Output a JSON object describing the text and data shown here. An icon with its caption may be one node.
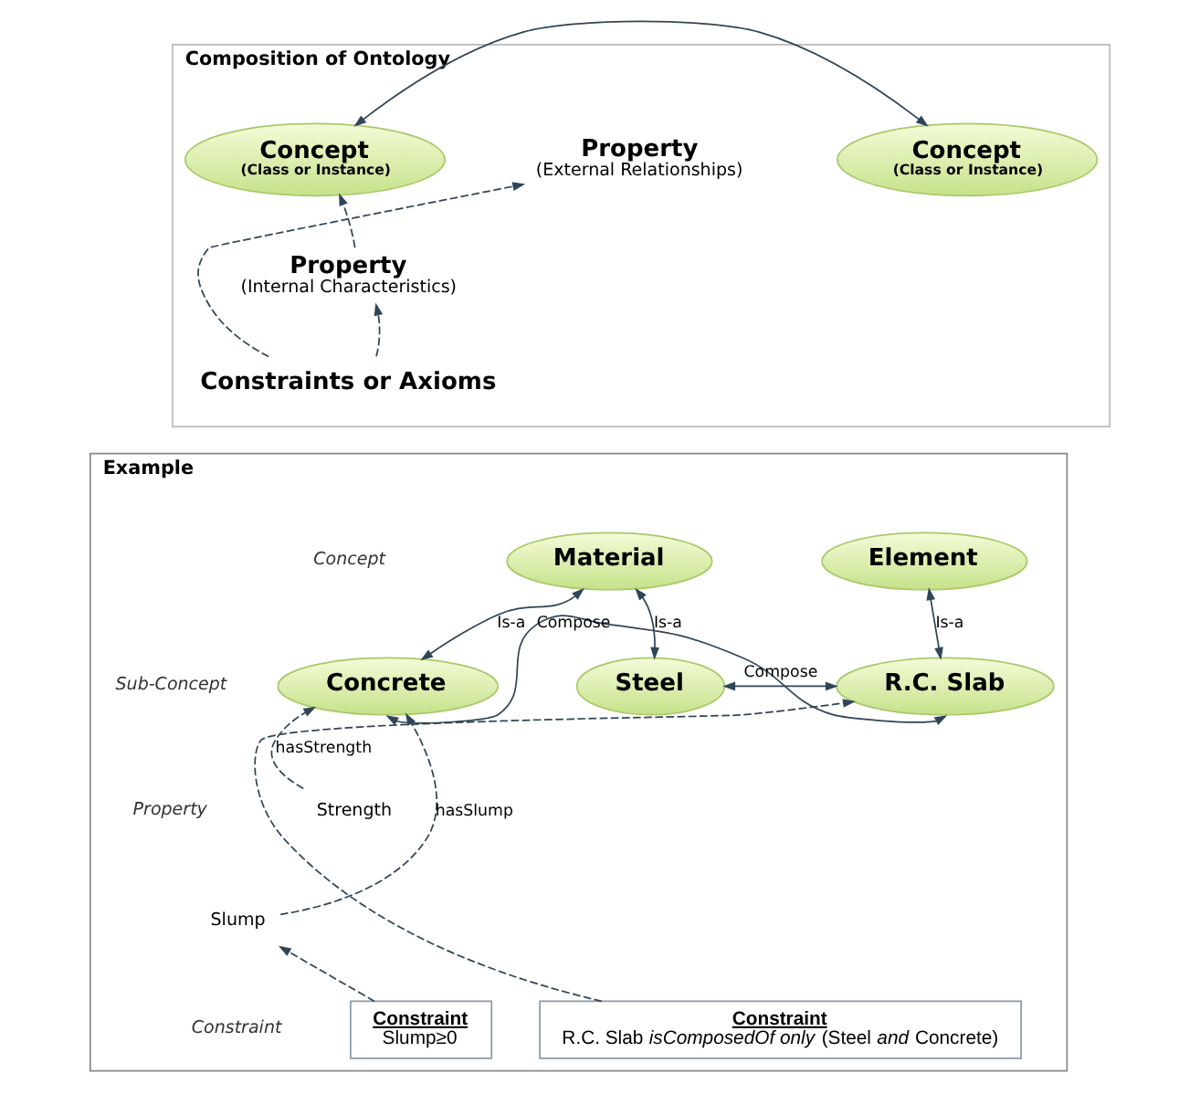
{
  "diagram": {
    "nodes": [
      {
        "text": [
          "Composition of Ontology"
        ]
      },
      {
        "text": [
          "Concept",
          "(Class or Instance)"
        ],
        "in": 0
      },
      {
        "text": [
          "Property",
          "(External Relationships)"
        ],
        "in": 0
      },
      {
        "text": [
          "Concept",
          "(Class or Instance)"
        ],
        "in": 0
      },
      {
        "text": [
          "Property",
          "(Internal Characteristics)"
        ],
        "in": 0
      },
      {
        "text": [
          "Constraints or Axioms"
        ],
        "in": 0
      },
      {
        "text": [
          "Example"
        ]
      },
      {
        "text": [
          "Material"
        ],
        "in": 6
      },
      {
        "text": [
          "Element"
        ],
        "in": 6
      },
      {
        "text": [
          "Concrete"
        ],
        "in": 6
      },
      {
        "text": [
          "Steel"
        ],
        "in": 6
      },
      {
        "text": [
          "R.C. Slab"
        ],
        "in": 6
      },
      {
        "text": [
          "Strength"
        ],
        "in": 6
      },
      {
        "text": [
          "Slump"
        ],
        "in": 6
      },
      {
        "text": [
          "Constraint",
          "Slump≥0"
        ],
        "in": 6
      },
      {
        "text": [
          "Constraint",
          "R.C. Slab *isComposedOf* *only* (Steel *and* Concrete)"
        ],
        "in": 6
      }
    ],
    "edges": [
      {
        "from": 1,
        "to": 3,
        "arrow": "both"
      },
      {
        "from": 4,
        "to": 1,
        "arrow": "to",
        "style": "dashed"
      },
      {
        "from": 5,
        "to": 4,
        "arrow": "to",
        "style": "dashed"
      },
      {
        "from": 5,
        "to": 2,
        "arrow": "to",
        "style": "dashed"
      },
      {
        "from": 7,
        "to": 9,
        "label": "Is-a",
        "arrow": "both"
      },
      {
        "from": 7,
        "to": 10,
        "label": "Is-a",
        "arrow": "both"
      },
      {
        "from": 8,
        "to": 11,
        "label": "Is-a",
        "arrow": "both"
      },
      {
        "from": 11,
        "to": 10,
        "label": "Compose",
        "arrow": "both"
      },
      {
        "from": 11,
        "to": 9,
        "label": "Compose",
        "arrow": "both"
      },
      {
        "from": 12,
        "to": 9,
        "label": "hasStrength",
        "arrow": "to",
        "style": "dashed"
      },
      {
        "from": 13,
        "to": 9,
        "label": "hasSlump",
        "arrow": "to",
        "style": "dashed"
      },
      {
        "from": 14,
        "to": 13,
        "arrow": "to",
        "style": "dashed"
      },
      {
        "from": 15,
        "to": 11,
        "arrow": "to",
        "style": "dashed"
      }
    ],
    "labels": [
      "Concept",
      "Sub-Concept",
      "Property",
      "Constraint"
    ]
  }
}
